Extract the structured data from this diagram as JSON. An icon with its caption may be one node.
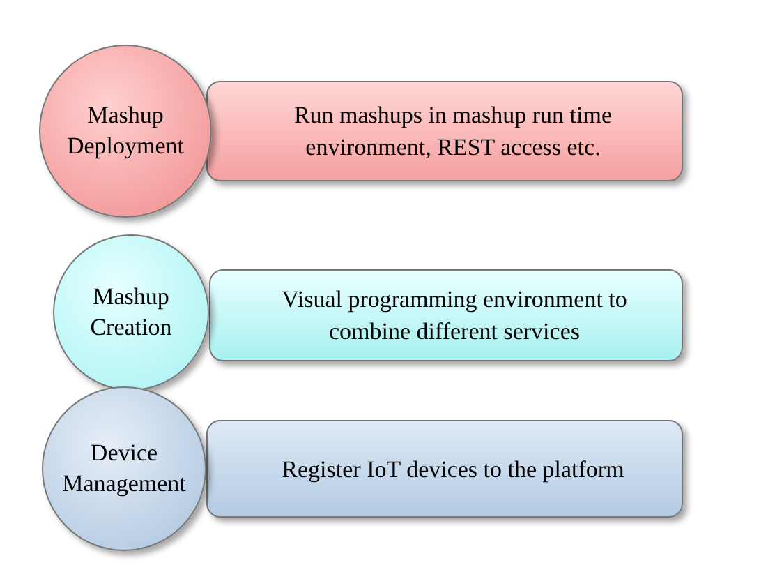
{
  "diagram": {
    "nodes": [
      {
        "text": [
          "Mashup Deployment"
        ]
      },
      {
        "text": [
          "Run mashups in mashup run time environment, REST access etc."
        ]
      },
      {
        "text": [
          "Mashup Creation"
        ]
      },
      {
        "text": [
          "Visual programming environment to combine different services"
        ]
      },
      {
        "text": [
          "Device Management"
        ]
      },
      {
        "text": [
          "Register IoT devices to the platform"
        ]
      }
    ]
  }
}
